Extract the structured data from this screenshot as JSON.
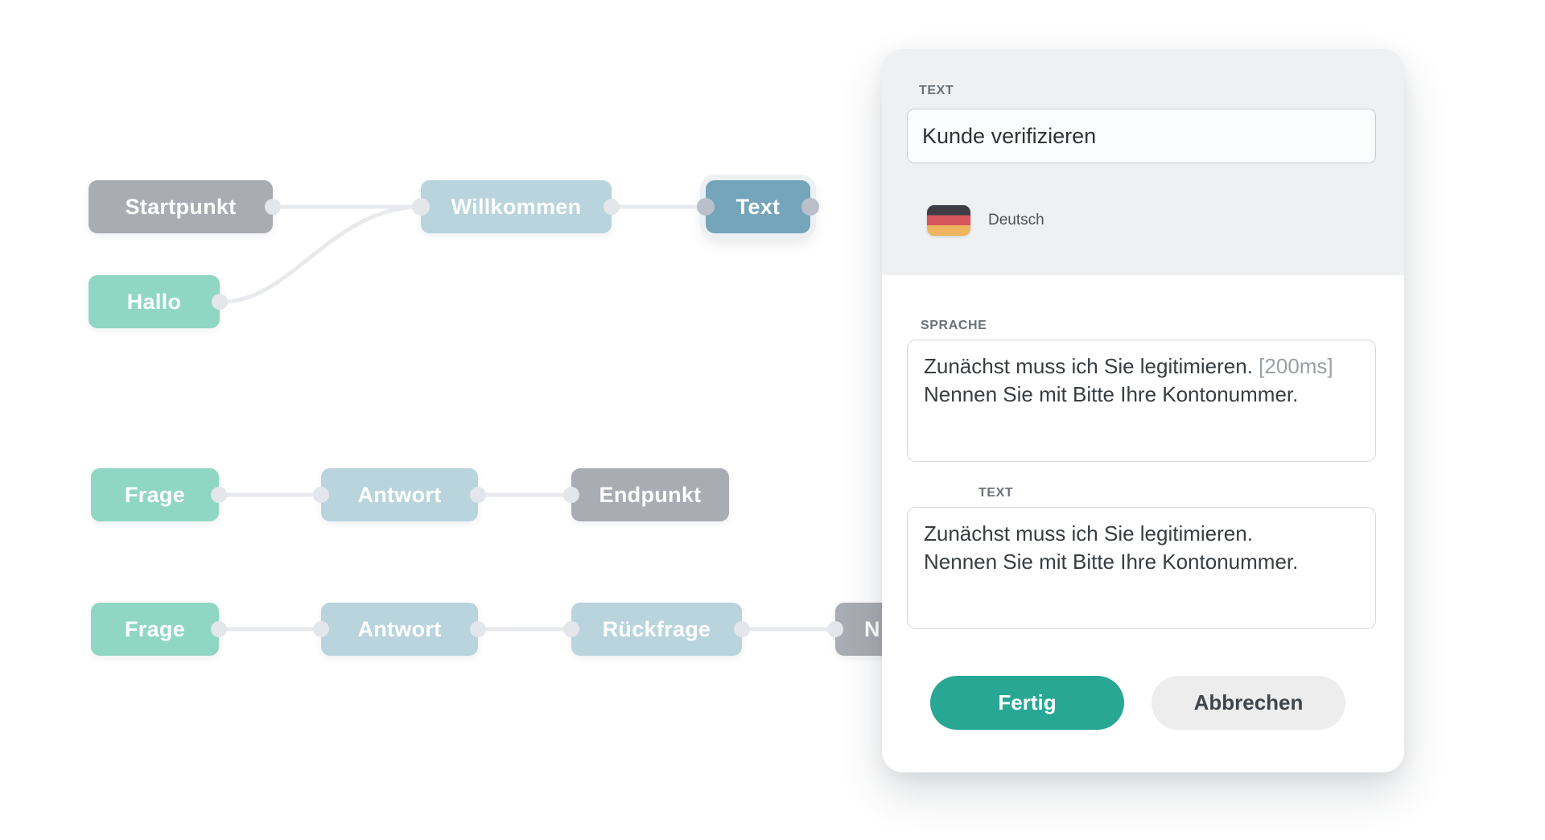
{
  "flow": {
    "nodes": [
      {
        "id": "startpunkt",
        "label": "Startpunkt",
        "type": "gray"
      },
      {
        "id": "willkommen",
        "label": "Willkommen",
        "type": "blue"
      },
      {
        "id": "text",
        "label": "Text",
        "type": "teal-selected",
        "selected": true
      },
      {
        "id": "hallo",
        "label": "Hallo",
        "type": "mint"
      },
      {
        "id": "frage-1",
        "label": "Frage",
        "type": "mint"
      },
      {
        "id": "antwort-1",
        "label": "Antwort",
        "type": "blue"
      },
      {
        "id": "endpunkt",
        "label": "Endpunkt",
        "type": "gray"
      },
      {
        "id": "frage-2",
        "label": "Frage",
        "type": "mint"
      },
      {
        "id": "antwort-2",
        "label": "Antwort",
        "type": "blue"
      },
      {
        "id": "rueckfrage",
        "label": "Rückfrage",
        "type": "blue"
      },
      {
        "id": "node-n",
        "label": "N",
        "type": "gray",
        "clipped_by_panel": true
      }
    ],
    "colors": {
      "node_gray": "#a9acb2",
      "node_blue": "#b9d4dd",
      "node_mint": "#8fd7c2",
      "node_selected_teal": "#74a5ba",
      "edge": "#e8eaed",
      "connector_dot": "#e3e6ea",
      "connector_dot_selected": "#b9c0ca"
    }
  },
  "panel": {
    "header": {
      "title_label": "TEXT",
      "title_value": "Kunde verifizieren",
      "language": {
        "icon": "german-flag-icon",
        "label": "Deutsch"
      }
    },
    "sprache_section": {
      "label": "SPRACHE",
      "line1": "Zunächst muss ich Sie legitimieren. ",
      "pause_token": "[200ms]",
      "line2": "Nennen Sie mit Bitte Ihre Kontonummer."
    },
    "text_section": {
      "label": "TEXT",
      "value": "Zunächst muss ich Sie legitimieren.\nNennen Sie mit Bitte Ihre Kontonummer."
    },
    "buttons": {
      "done": "Fertig",
      "cancel": "Abbrechen"
    },
    "colors": {
      "accent": "#29a795",
      "header_background": "#eef0f1",
      "pause_token_gray": "#9aa0a5"
    }
  }
}
